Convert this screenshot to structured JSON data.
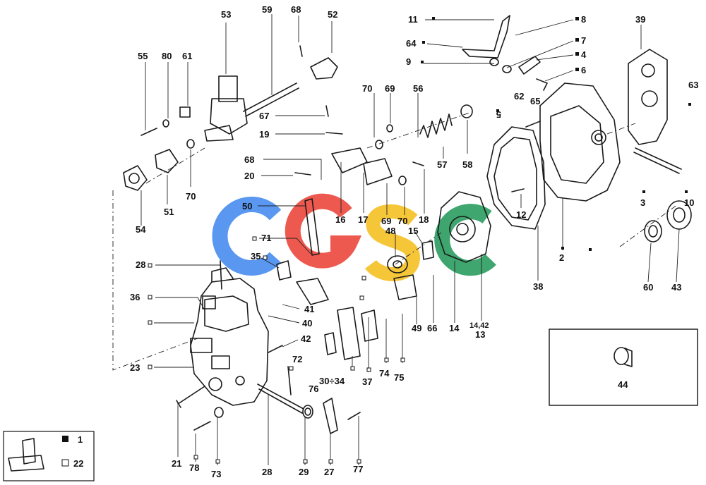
{
  "watermark": {
    "letters": [
      "C",
      "G",
      "S",
      "C"
    ],
    "colors": {
      "blue": "#4d8ff0",
      "red": "#ec4b3f",
      "yellow": "#f6c229",
      "green": "#2e9e62"
    }
  },
  "labels": {
    "l53": "53",
    "l59": "59",
    "l68a": "68",
    "l52": "52",
    "l11": "11",
    "l64": "64",
    "l9": "9",
    "l8": "8",
    "l7": "7",
    "l4": "4",
    "l6": "6",
    "l39": "39",
    "l63": "63",
    "l55": "55",
    "l80": "80",
    "l61": "61",
    "l70a": "70",
    "l69a": "69",
    "l56": "56",
    "l62": "62",
    "l65": "65",
    "l5": "5",
    "l67": "67",
    "l19": "19",
    "l68b": "68",
    "l20": "20",
    "l57": "57",
    "l58": "58",
    "l70b": "70",
    "l51": "51",
    "l54": "54",
    "l50": "50",
    "l16": "16",
    "l17": "17",
    "l18": "18",
    "l69b": "69",
    "l70c": "70",
    "l12": "12",
    "l2": "2",
    "l3": "3",
    "l10": "10",
    "l48": "48",
    "l15": "15",
    "l71": "71",
    "l35": "35",
    "l28a": "28",
    "l36": "36",
    "l38": "38",
    "l60": "60",
    "l43": "43",
    "l41": "41",
    "l40": "40",
    "l42": "42",
    "l49": "49",
    "l66": "66",
    "l14": "14",
    "l1442": "14,42",
    "l13": "13",
    "l23": "23",
    "l72": "72",
    "l3034": "30÷34",
    "l76": "76",
    "l37": "37",
    "l74": "74",
    "l75": "75",
    "l44": "44",
    "l21": "21",
    "l78": "78",
    "l73": "73",
    "l28b": "28",
    "l29": "29",
    "l27": "27",
    "l77": "77",
    "legend1": "1",
    "legend22": "22"
  }
}
